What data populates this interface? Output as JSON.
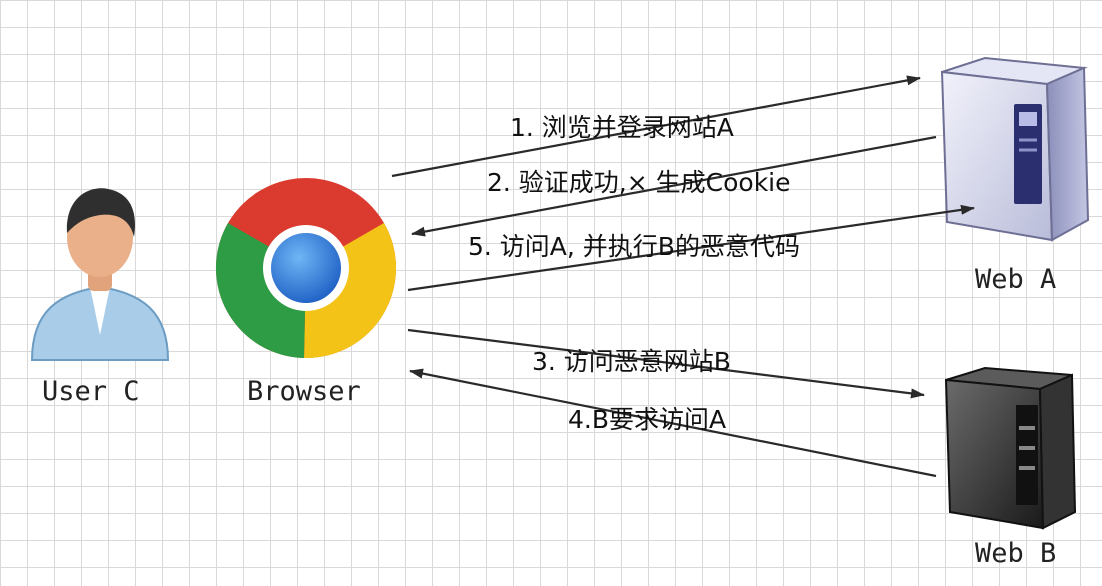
{
  "nodes": {
    "user": "User C",
    "browser": "Browser",
    "web_a": "Web A",
    "web_b": "Web B"
  },
  "steps": {
    "s1": "1. 浏览并登录网站A",
    "s2": "2. 验证成功,× 生成Cookie",
    "s5": "5. 访问A, 并执行B的恶意代码",
    "s3": "3. 访问恶意网站B",
    "s4": "4.B要求访问A"
  },
  "icons": {
    "user": "user-avatar-icon",
    "browser": "chrome-browser-icon",
    "web_a": "server-tower-icon",
    "web_b": "server-tower-dark-icon"
  }
}
